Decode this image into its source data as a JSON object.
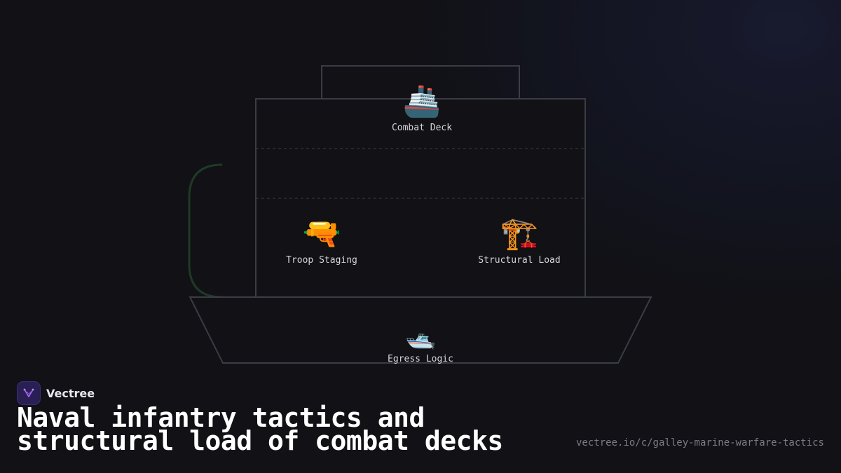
{
  "diagram": {
    "zones": {
      "combat_deck": {
        "icon": "🚢",
        "icon_name": "ship-icon",
        "label": "Combat Deck"
      },
      "troop_staging": {
        "icon": "🔫",
        "icon_name": "water-gun-icon",
        "label": "Troop Staging"
      },
      "structural_load": {
        "icon": "🏗️",
        "icon_name": "crane-icon",
        "label": "Structural Load"
      },
      "egress_logic": {
        "icon": "🛥️",
        "icon_name": "motor-boat-icon",
        "label": "Egress Logic"
      }
    }
  },
  "brand": {
    "name": "Vectree",
    "logo_icon": "vectree-logo-icon"
  },
  "headline": "Naval infantry tactics and structural load of combat decks",
  "url": "vectree.io/c/galley-marine-warfare-tactics",
  "colors": {
    "background": "#111116",
    "outline": "#3a3d44",
    "bracket": "#1f3a26",
    "brand_accent": "#2a1f55"
  }
}
